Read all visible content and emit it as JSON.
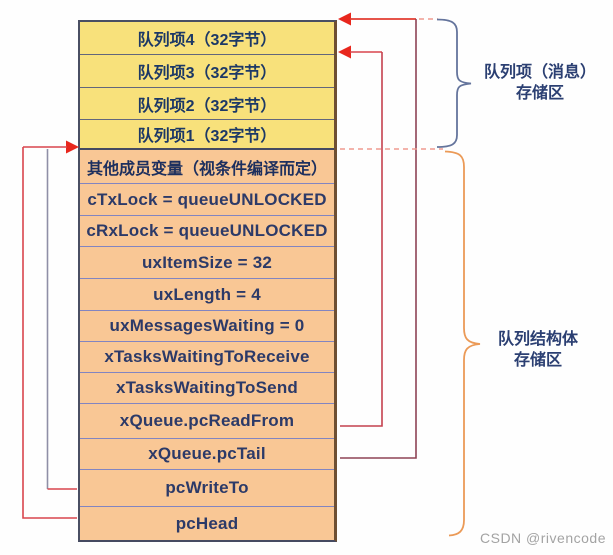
{
  "table": {
    "queue_items": [
      "队列项4（32字节）",
      "队列项3（32字节）",
      "队列项2（32字节）",
      "队列项1（32字节）"
    ],
    "struct_members": [
      "其他成员变量（视条件编译而定）",
      "cTxLock = queueUNLOCKED",
      "cRxLock = queueUNLOCKED",
      "uxItemSize = 32",
      "uxLength = 4",
      "uxMessagesWaiting = 0",
      "xTasksWaitingToReceive",
      "xTasksWaitingToSend",
      "xQueue.pcReadFrom",
      "xQueue.pcTail",
      "pcWriteTo",
      "pcHead"
    ]
  },
  "annotations": {
    "queue_items_region": {
      "line1": "队列项（消息）",
      "line2": "存储区"
    },
    "queue_struct_region": {
      "line1": "队列结构体",
      "line2": "存储区"
    },
    "watermark": "CSDN @rivencode"
  },
  "colors": {
    "item_row_fill": "#f8e17b",
    "member_row_fill": "#f9c795",
    "item_text": "#1c3866",
    "member_text": "#2c3a68",
    "item_separator": "#62667c",
    "member_separator": "#8285c1",
    "table_border": "#4a4f63",
    "table_border_right": "#6e4f33",
    "arrow_red": "#e8271d",
    "line_bright_red": "#e23b31",
    "line_red": "#d9454d",
    "line_crimson": "#c4414e",
    "line_maroon": "#8e4355",
    "line_gray": "#8f8fa6",
    "line_dashed": "#ef9a8f",
    "brace_items": "#64749c",
    "brace_struct": "#eb9a57",
    "label_text": "#2b3f72",
    "watermark_text": "#a3a3a3"
  }
}
